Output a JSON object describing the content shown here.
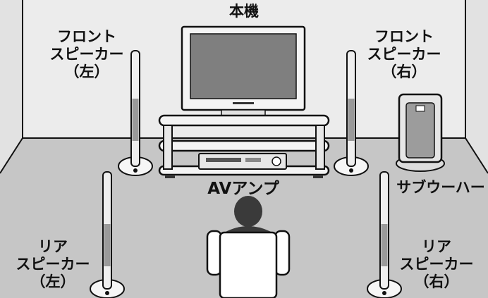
{
  "labels": {
    "tv": "本機",
    "front_left": "フロント\nスピーカー\n（左）",
    "front_right": "フロント\nスピーカー\n（右）",
    "av_amp": "AVアンプ",
    "subwoofer": "サブウーハー",
    "rear_left": "リア\nスピーカー\n（左）",
    "rear_right": "リア\nスピーカー\n（右）"
  },
  "colors": {
    "floor": "#c9c9c9",
    "wall": "#e9e9e9",
    "outline": "#111111",
    "screen": "#7a7a7a",
    "listener": "#3a3a3a"
  }
}
